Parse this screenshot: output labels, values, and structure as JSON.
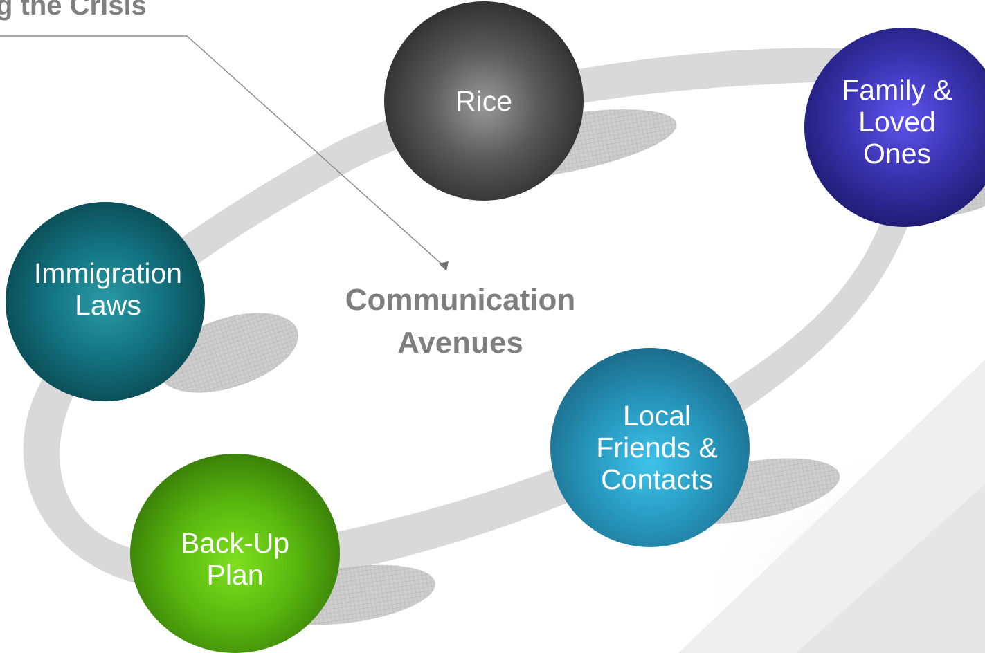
{
  "title": "g the Crisis",
  "center_label": {
    "line1": "Communication",
    "line2": "Avenues"
  },
  "nodes": {
    "rice": {
      "lines": [
        "Rice"
      ]
    },
    "family": {
      "lines": [
        "Family &",
        "Loved",
        "Ones"
      ]
    },
    "immigration": {
      "lines": [
        "Immigration",
        "Laws"
      ]
    },
    "local": {
      "lines": [
        "Local",
        "Friends &",
        "Contacts"
      ]
    },
    "backup": {
      "lines": [
        "Back-Up",
        "Plan"
      ]
    }
  },
  "colors": {
    "ring": "#d9d9d9",
    "shadow": "#b5b5b5",
    "label_gray": "#808080",
    "rice": "#3a3a3a",
    "family": "#2b26a0",
    "immigration": "#0e5d66",
    "local": "#2380a8",
    "backup": "#4a9a0b"
  }
}
